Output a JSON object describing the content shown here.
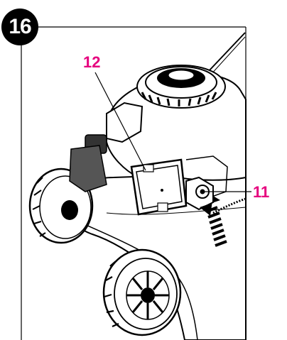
{
  "figure": {
    "step_number": "16",
    "callouts": [
      {
        "id": "12",
        "label": "12"
      },
      {
        "id": "11",
        "label": "11"
      }
    ]
  },
  "colors": {
    "callout": "#e6007e",
    "line": "#000000",
    "badge": "#000000",
    "background": "#ffffff"
  },
  "icons": [
    "lawn-mower-illustration",
    "dashed-arrow-up-icon"
  ]
}
